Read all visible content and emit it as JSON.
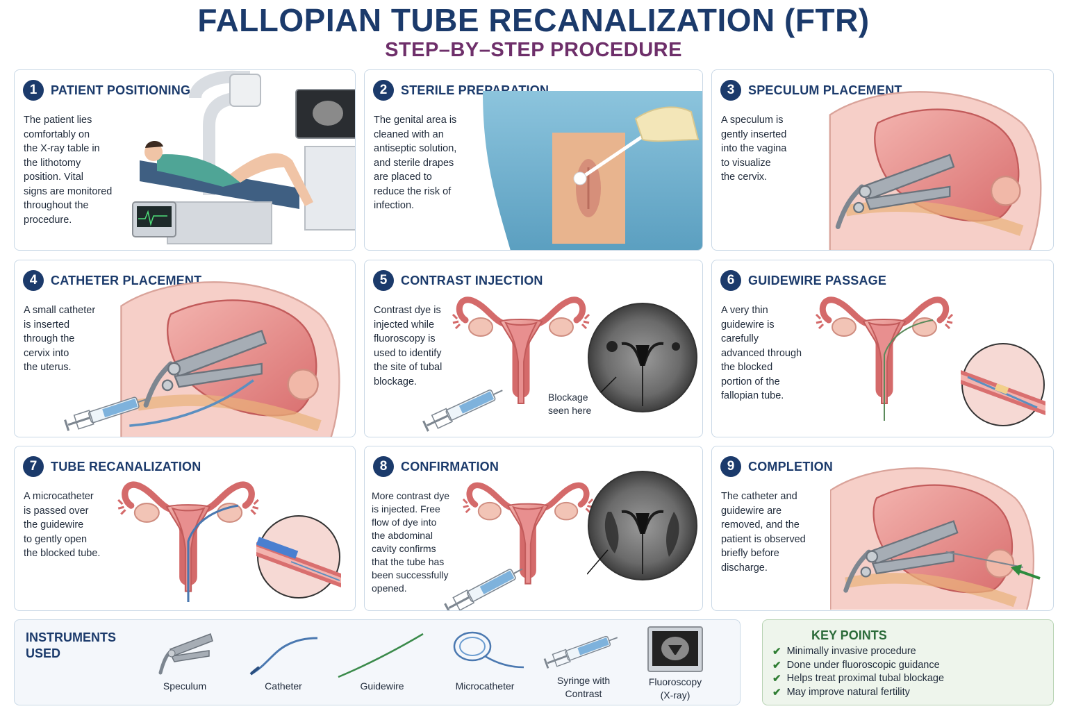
{
  "header": {
    "title": "FALLOPIAN TUBE RECANALIZATION (FTR)",
    "subtitle": "STEP–BY–STEP PROCEDURE"
  },
  "colors": {
    "navy": "#1b3a6b",
    "purple": "#6e2f6a",
    "tissue": "#e58b8b",
    "drape": "#6fb1cf",
    "green": "#2e7d32"
  },
  "steps": [
    {
      "number": "1",
      "title": "PATIENT POSITIONING",
      "text": "The patient lies\ncomfortably on\nthe X-ray table in\nthe lithotomy\nposition. Vital\nsigns are monitored\nthroughout the\nprocedure.",
      "icon": "patient-on-xray-table-illustration"
    },
    {
      "number": "2",
      "title": "STERILE PREPARATION",
      "text": "The genital area is\ncleaned with an\nantiseptic solution,\nand sterile drapes\nare placed to\nreduce the risk of\ninfection.",
      "icon": "sterile-drape-illustration"
    },
    {
      "number": "3",
      "title": "SPECULUM PLACEMENT",
      "text": "A speculum is\ngently inserted\ninto the vagina\nto visualize\nthe cervix.",
      "icon": "speculum-anatomy-illustration"
    },
    {
      "number": "4",
      "title": "CATHETER PLACEMENT",
      "text": "A small catheter\nis inserted\nthrough the\ncervix into\nthe uterus.",
      "icon": "catheter-anatomy-illustration"
    },
    {
      "number": "5",
      "title": "CONTRAST INJECTION",
      "text": "Contrast dye is\ninjected while\nfluoroscopy is\nused to identify\nthe site of tubal\nblockage.",
      "callout": "Blockage\nseen here",
      "icon": "uterus-fluoroscopy-illustration"
    },
    {
      "number": "6",
      "title": "GUIDEWIRE PASSAGE",
      "text": "A very thin\nguidewire is\ncarefully\nadvanced through\nthe blocked\nportion of the\nfallopian tube.",
      "icon": "guidewire-uterus-illustration"
    },
    {
      "number": "7",
      "title": "TUBE RECANALIZATION",
      "text": "A microcatheter\nis passed over\nthe guidewire\nto gently open\nthe blocked tube.",
      "icon": "microcatheter-uterus-illustration"
    },
    {
      "number": "8",
      "title": "CONFIRMATION",
      "text": "More contrast dye\nis injected. Free\nflow of dye into\nthe abdominal\ncavity confirms\nthat the tube has\nbeen successfully\nopened.",
      "icon": "confirmation-fluoroscopy-illustration"
    },
    {
      "number": "9",
      "title": "COMPLETION",
      "text": "The catheter and\nguidewire are\nremoved, and the\npatient is observed\nbriefly before\ndischarge.",
      "icon": "completion-anatomy-illustration"
    }
  ],
  "instruments": {
    "title": "INSTRUMENTS\nUSED",
    "items": [
      {
        "label": "Speculum",
        "icon": "speculum-icon"
      },
      {
        "label": "Catheter",
        "icon": "catheter-icon"
      },
      {
        "label": "Guidewire",
        "icon": "guidewire-icon"
      },
      {
        "label": "Microcatheter",
        "icon": "microcatheter-icon"
      },
      {
        "label": "Syringe with\nContrast",
        "icon": "syringe-icon"
      },
      {
        "label": "Fluoroscopy\n(X-ray)",
        "icon": "fluoroscopy-monitor-icon"
      }
    ]
  },
  "key_points": {
    "title": "KEY POINTS",
    "items": [
      "Minimally invasive procedure",
      "Done under fluoroscopic guidance",
      "Helps treat proximal tubal blockage",
      "May improve natural fertility"
    ]
  }
}
